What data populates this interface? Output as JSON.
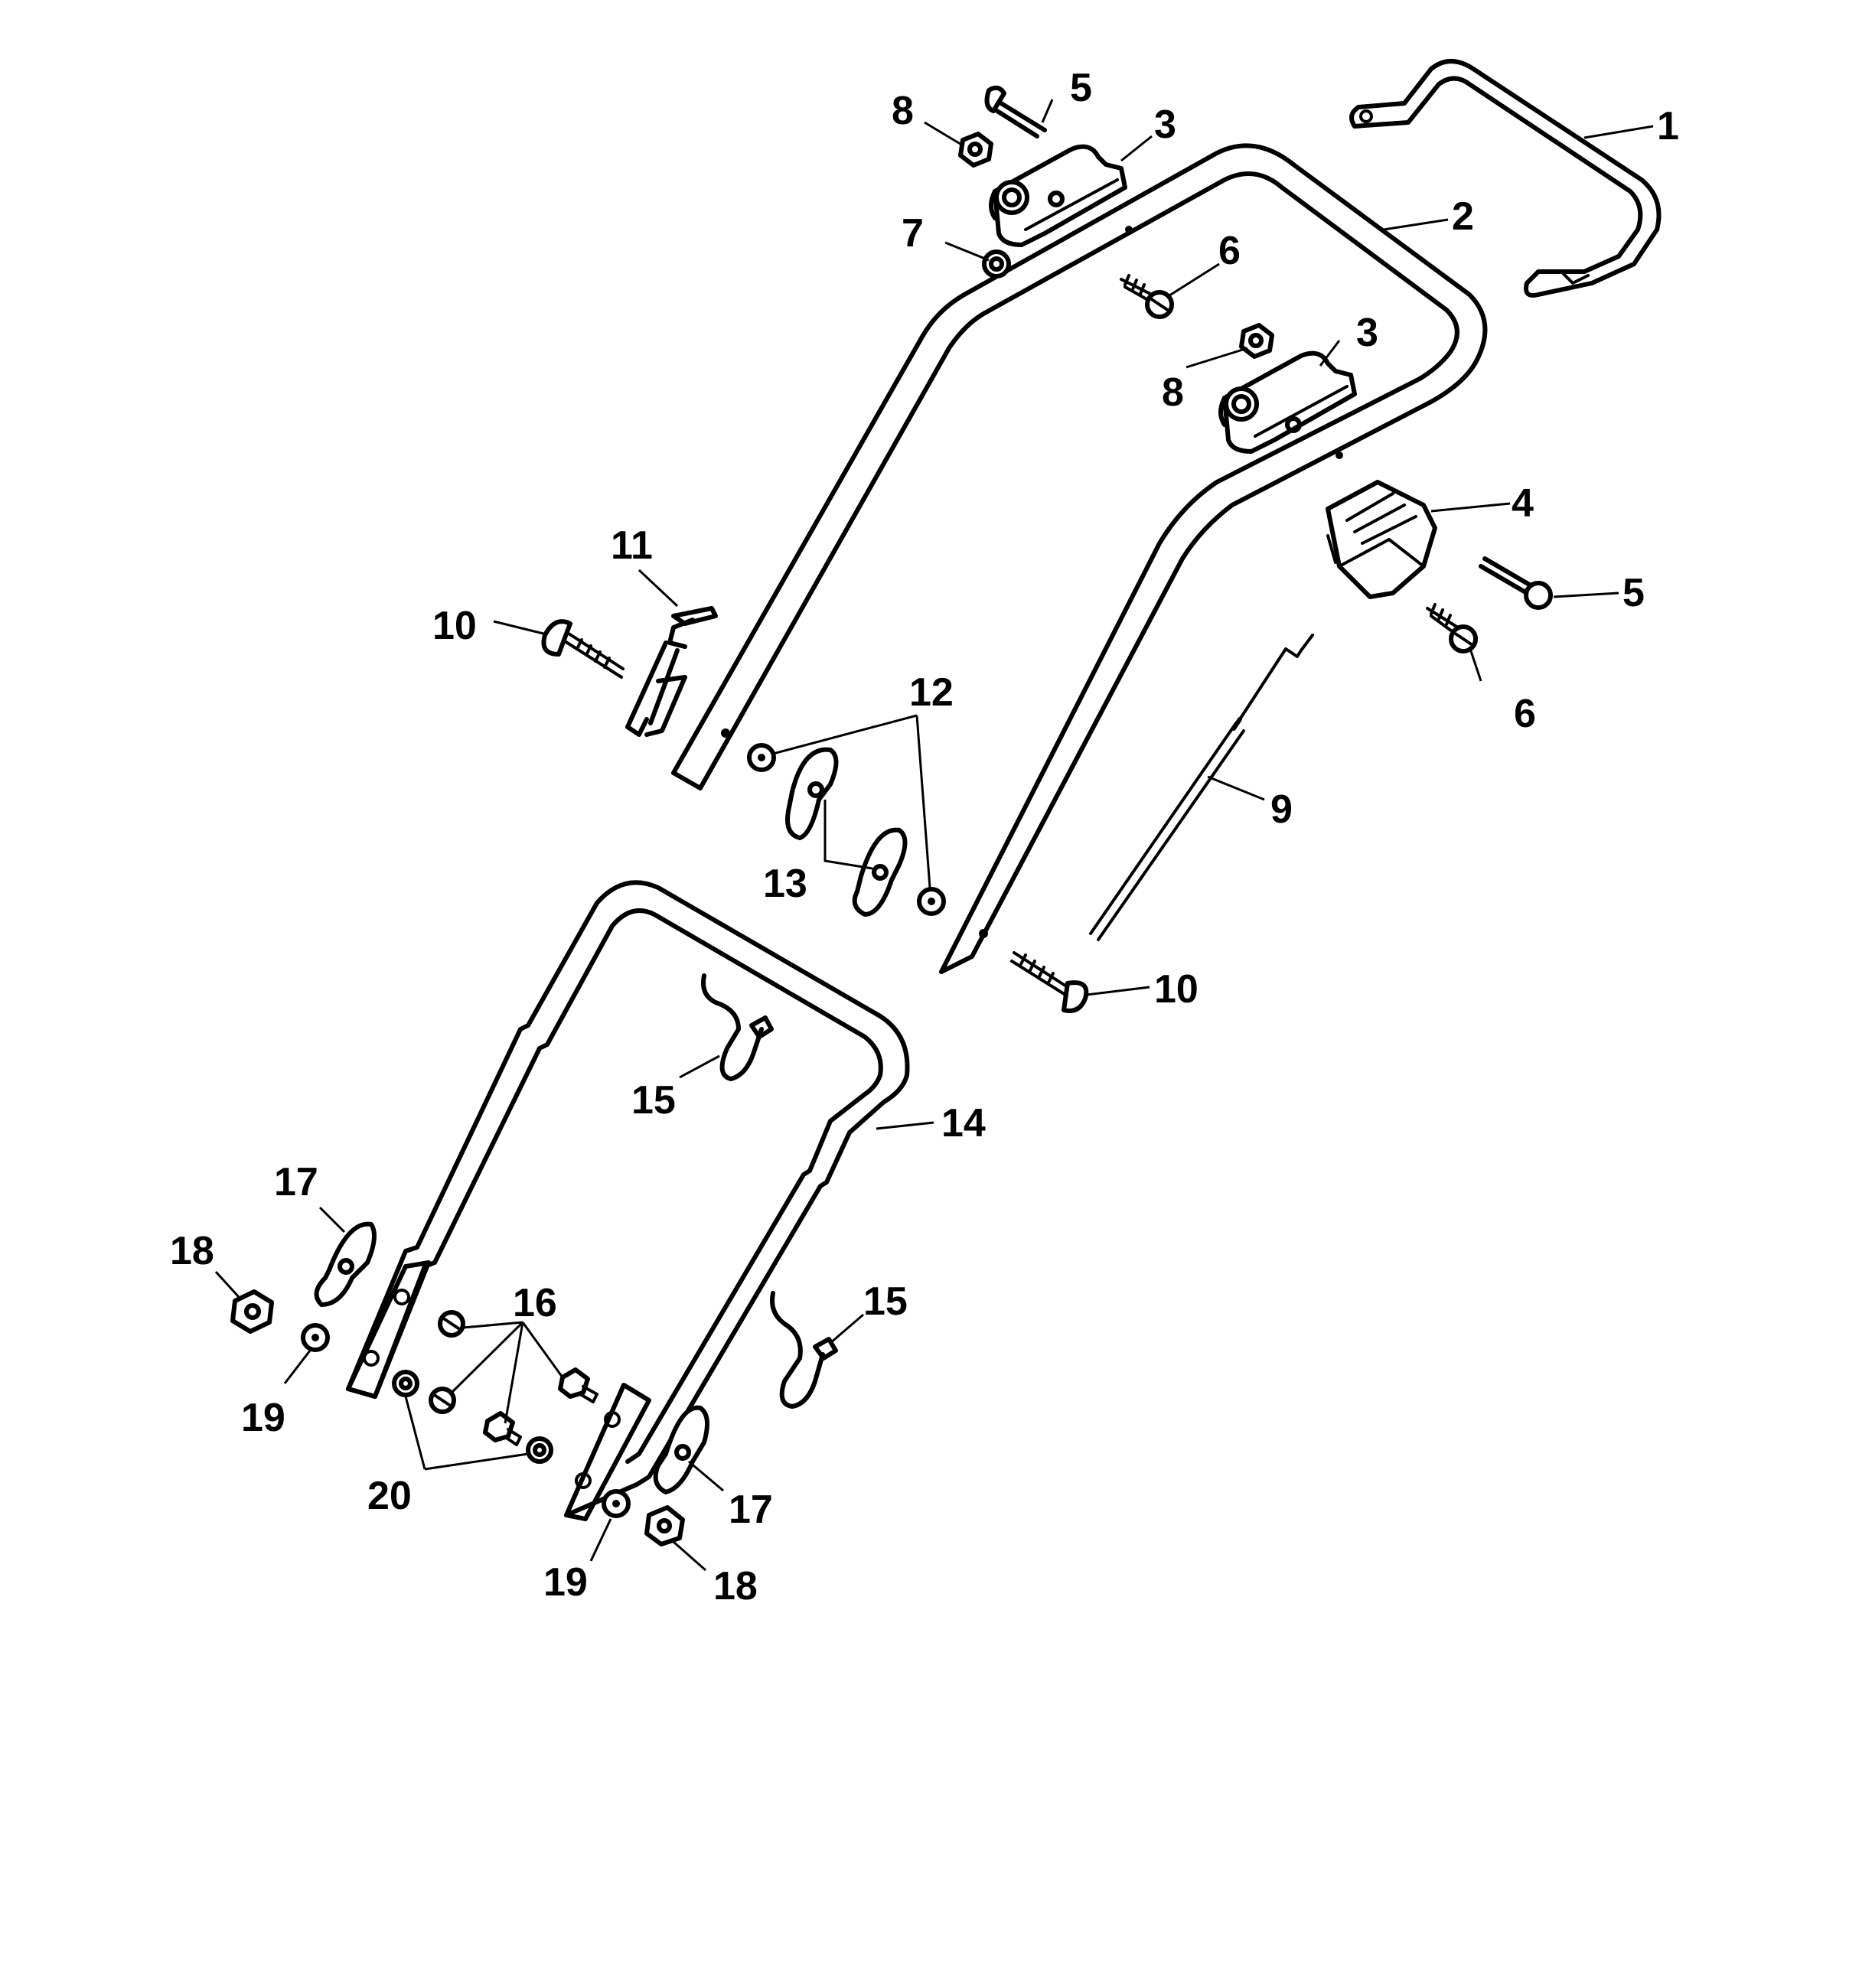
{
  "diagram": {
    "type": "exploded parts diagram",
    "callouts": [
      {
        "id": "c1",
        "label": "1"
      },
      {
        "id": "c2",
        "label": "2"
      },
      {
        "id": "c3a",
        "label": "3"
      },
      {
        "id": "c3b",
        "label": "3"
      },
      {
        "id": "c4",
        "label": "4"
      },
      {
        "id": "c5a",
        "label": "5"
      },
      {
        "id": "c5b",
        "label": "5"
      },
      {
        "id": "c6a",
        "label": "6"
      },
      {
        "id": "c6b",
        "label": "6"
      },
      {
        "id": "c7",
        "label": "7"
      },
      {
        "id": "c8a",
        "label": "8"
      },
      {
        "id": "c8b",
        "label": "8"
      },
      {
        "id": "c9",
        "label": "9"
      },
      {
        "id": "c10a",
        "label": "10"
      },
      {
        "id": "c10b",
        "label": "10"
      },
      {
        "id": "c11",
        "label": "11"
      },
      {
        "id": "c12",
        "label": "12"
      },
      {
        "id": "c13",
        "label": "13"
      },
      {
        "id": "c14",
        "label": "14"
      },
      {
        "id": "c15a",
        "label": "15"
      },
      {
        "id": "c15b",
        "label": "15"
      },
      {
        "id": "c16",
        "label": "16"
      },
      {
        "id": "c17a",
        "label": "17"
      },
      {
        "id": "c17b",
        "label": "17"
      },
      {
        "id": "c18a",
        "label": "18"
      },
      {
        "id": "c18b",
        "label": "18"
      },
      {
        "id": "c19a",
        "label": "19"
      },
      {
        "id": "c19b",
        "label": "19"
      },
      {
        "id": "c20",
        "label": "20"
      }
    ]
  }
}
